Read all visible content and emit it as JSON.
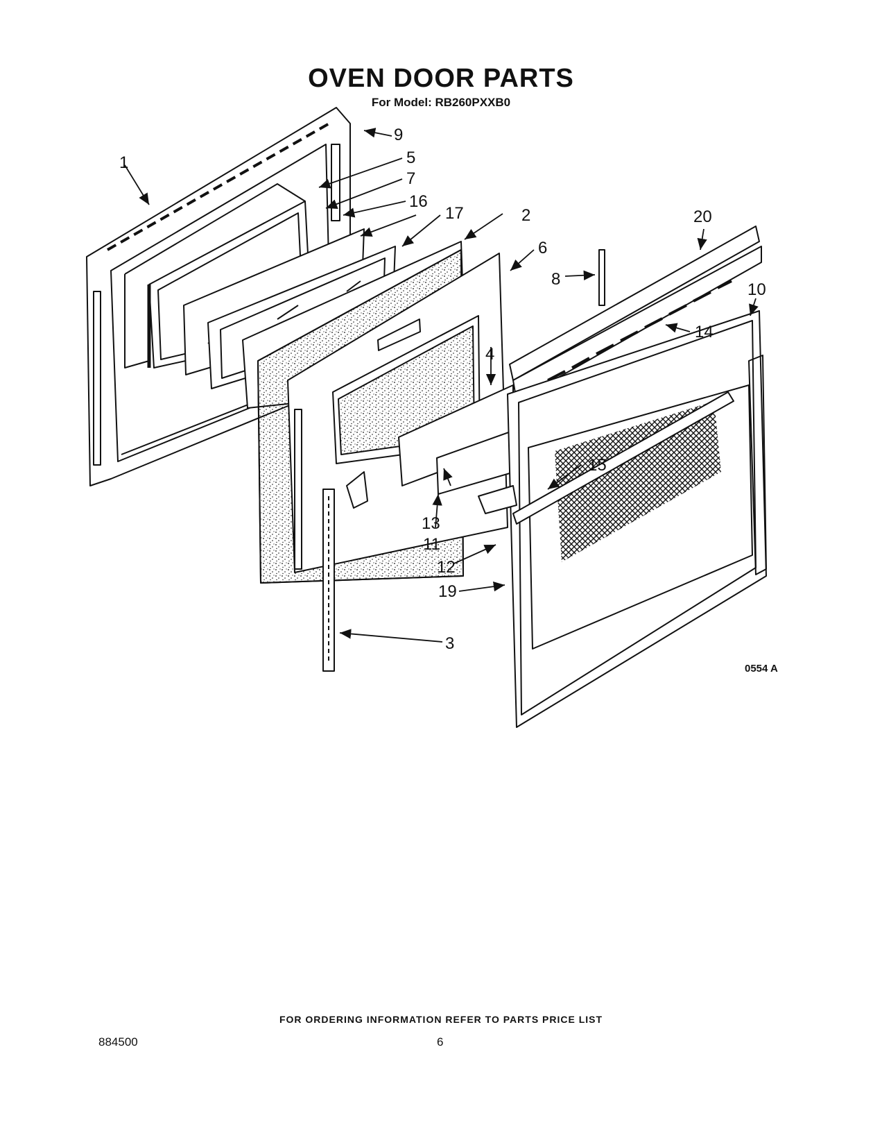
{
  "header": {
    "title": "OVEN DOOR PARTS",
    "subtitle": "For Model: RB260PXXB0"
  },
  "diagram": {
    "callouts": {
      "c1": "1",
      "c2": "2",
      "c3": "3",
      "c4": "4",
      "c5": "5",
      "c6": "6",
      "c7": "7",
      "c8": "8",
      "c9": "9",
      "c10": "10",
      "c11": "11",
      "c12": "12",
      "c13": "13",
      "c14": "14",
      "c15": "15",
      "c16": "16",
      "c17": "17",
      "c19": "19",
      "c20": "20"
    },
    "figure_code": "0554 A"
  },
  "footer": {
    "ordering_note": "FOR ORDERING INFORMATION REFER TO PARTS PRICE LIST",
    "doc_number": "884500",
    "page_number": "6"
  }
}
